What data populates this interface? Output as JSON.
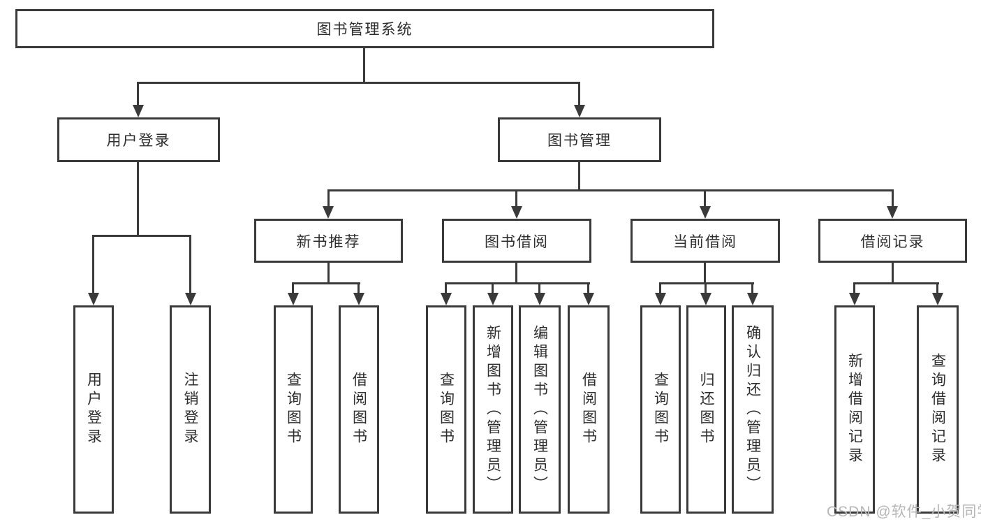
{
  "diagram": {
    "root": {
      "label": "图书管理系统"
    },
    "level2": [
      {
        "label": "用户登录"
      },
      {
        "label": "图书管理"
      }
    ],
    "level3": [
      {
        "label": "新书推荐"
      },
      {
        "label": "图书借阅"
      },
      {
        "label": "当前借阅"
      },
      {
        "label": "借阅记录"
      }
    ],
    "leaves": [
      {
        "label": "用户登录",
        "parent": "用户登录"
      },
      {
        "label": "注销登录",
        "parent": "用户登录"
      },
      {
        "label": "查询图书",
        "parent": "新书推荐"
      },
      {
        "label": "借阅图书",
        "parent": "新书推荐"
      },
      {
        "label": "查询图书",
        "parent": "图书借阅"
      },
      {
        "label": "新增图书（管理员）",
        "parent": "图书借阅"
      },
      {
        "label": "编辑图书（管理员）",
        "parent": "图书借阅"
      },
      {
        "label": "借阅图书",
        "parent": "图书借阅"
      },
      {
        "label": "查询图书",
        "parent": "当前借阅"
      },
      {
        "label": "归还图书",
        "parent": "当前借阅"
      },
      {
        "label": "确认归还（管理员）",
        "parent": "当前借阅"
      },
      {
        "label": "新增借阅记录",
        "parent": "借阅记录"
      },
      {
        "label": "查询借阅记录",
        "parent": "借阅记录"
      }
    ]
  },
  "watermark": {
    "text": "CSDN @软件_小贺同学"
  },
  "colors": {
    "line": "#3a3a3a",
    "text": "#2e2e2e",
    "watermark": "#b6b6b6",
    "background": "#ffffff"
  }
}
